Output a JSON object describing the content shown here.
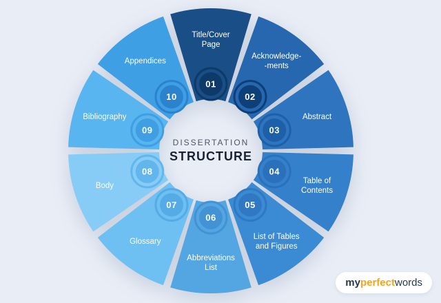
{
  "background": "#e9edf6",
  "center": {
    "line1": "DISSERTATION",
    "line2": "STRUCTURE"
  },
  "logo": {
    "part1": "my",
    "part2": "perfect",
    "part3": "words",
    "accent_color": "#f7a41d",
    "text_color": "#263852"
  },
  "wheel": {
    "label_color": "#ffffff",
    "segments": [
      {
        "number": "01",
        "lines": [
          "Title/Cover",
          "Page"
        ],
        "color": "#1a4e86",
        "badge": "#0e3a69"
      },
      {
        "number": "02",
        "lines": [
          "Acknowledge-",
          "-ments"
        ],
        "color": "#2767af",
        "badge": "#0d3f78"
      },
      {
        "number": "03",
        "lines": [
          "Abstract"
        ],
        "color": "#2e74bf",
        "badge": "#1d60a8"
      },
      {
        "number": "04",
        "lines": [
          "Table of",
          "Contents"
        ],
        "color": "#3580cb",
        "badge": "#2a70ba"
      },
      {
        "number": "05",
        "lines": [
          "List of Tables",
          "and Figures"
        ],
        "color": "#3a8bd3",
        "badge": "#3079c2"
      },
      {
        "number": "06",
        "lines": [
          "Abbreviations",
          "List"
        ],
        "color": "#54a6e3",
        "badge": "#4292d4"
      },
      {
        "number": "07",
        "lines": [
          "Glossary"
        ],
        "color": "#6ec0f2",
        "badge": "#55abe5"
      },
      {
        "number": "08",
        "lines": [
          "Body"
        ],
        "color": "#86ccf6",
        "badge": "#62b6ec"
      },
      {
        "number": "09",
        "lines": [
          "Bibliography"
        ],
        "color": "#58b5ef",
        "badge": "#3f9fe2"
      },
      {
        "number": "10",
        "lines": [
          "Appendices"
        ],
        "color": "#3e9fe5",
        "badge": "#2c83cd"
      }
    ]
  }
}
